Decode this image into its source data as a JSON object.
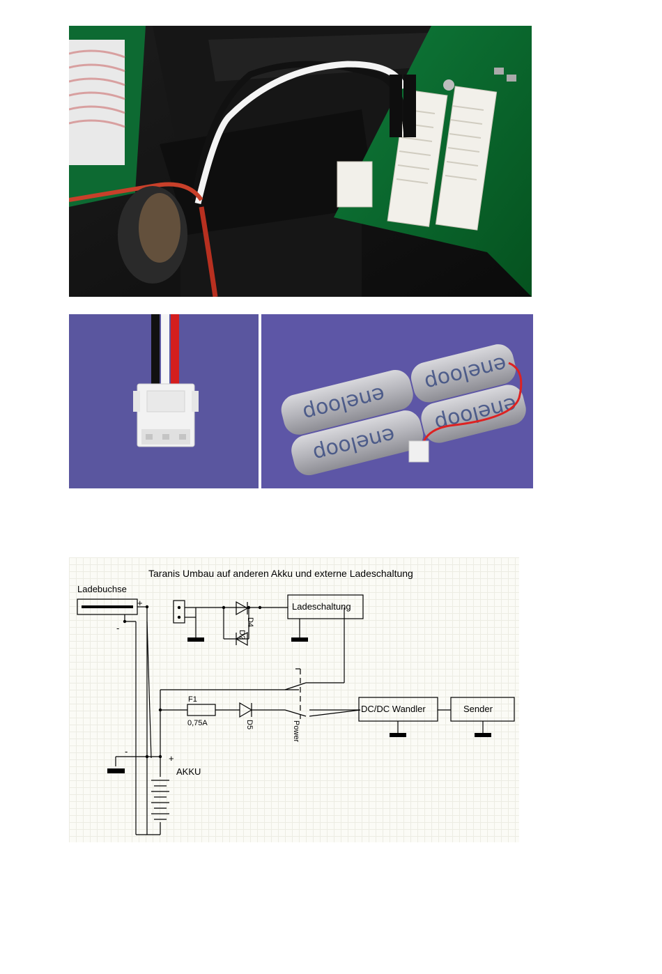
{
  "photos": {
    "pcb_wiring": {
      "subject": "pcb-with-battery-wires"
    },
    "connector": {
      "subject": "3-pin-jst-connector"
    },
    "battery_pack": {
      "subject": "eneloop-battery-pack",
      "cell_brand_text": "eneloop"
    }
  },
  "schematic": {
    "title": "Taranis Umbau auf anderen Akku und externe Ladeschaltung",
    "labels": {
      "ladebuchse": "Ladebuchse",
      "plus_top": "+",
      "minus_top": "-",
      "d2": "D2",
      "d4": "D4",
      "ladeschaltung": "Ladeschaltung",
      "f1": "F1",
      "fuse_value": "0,75A",
      "d5": "D5",
      "power": "Power",
      "dcdc": "DC/DC Wandler",
      "sender": "Sender",
      "minus_akku": "-",
      "plus_akku": "+",
      "akku": "AKKU"
    }
  }
}
